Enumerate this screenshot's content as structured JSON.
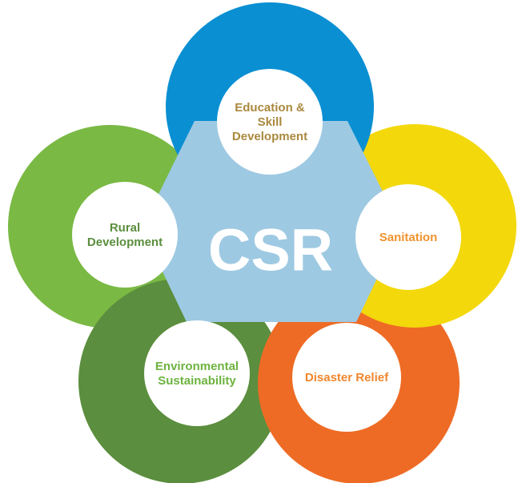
{
  "diagram": {
    "center": {
      "label": "CSR",
      "hexagon_color": "#9ec9e2",
      "text_color": "#ffffff"
    },
    "nodes": [
      {
        "id": "education",
        "lines": [
          "Education &",
          "Skill",
          "Development"
        ],
        "ring_color": "#0a8fd2",
        "text_color": "#a9893e"
      },
      {
        "id": "sanitation",
        "lines": [
          "Sanitation"
        ],
        "ring_color": "#f3d80c",
        "text_color": "#f0932e"
      },
      {
        "id": "disaster-relief",
        "lines": [
          "Disaster Relief"
        ],
        "ring_color": "#ee6b25",
        "text_color": "#f0872e"
      },
      {
        "id": "environmental-sustainability",
        "lines": [
          "Environmental",
          "Sustainability"
        ],
        "ring_color": "#5b8e3e",
        "text_color": "#6db33f"
      },
      {
        "id": "rural-development",
        "lines": [
          "Rural",
          "Development"
        ],
        "ring_color": "#7ab944",
        "text_color": "#5b8e3e"
      }
    ],
    "inner_circle_color": "#ffffff"
  }
}
